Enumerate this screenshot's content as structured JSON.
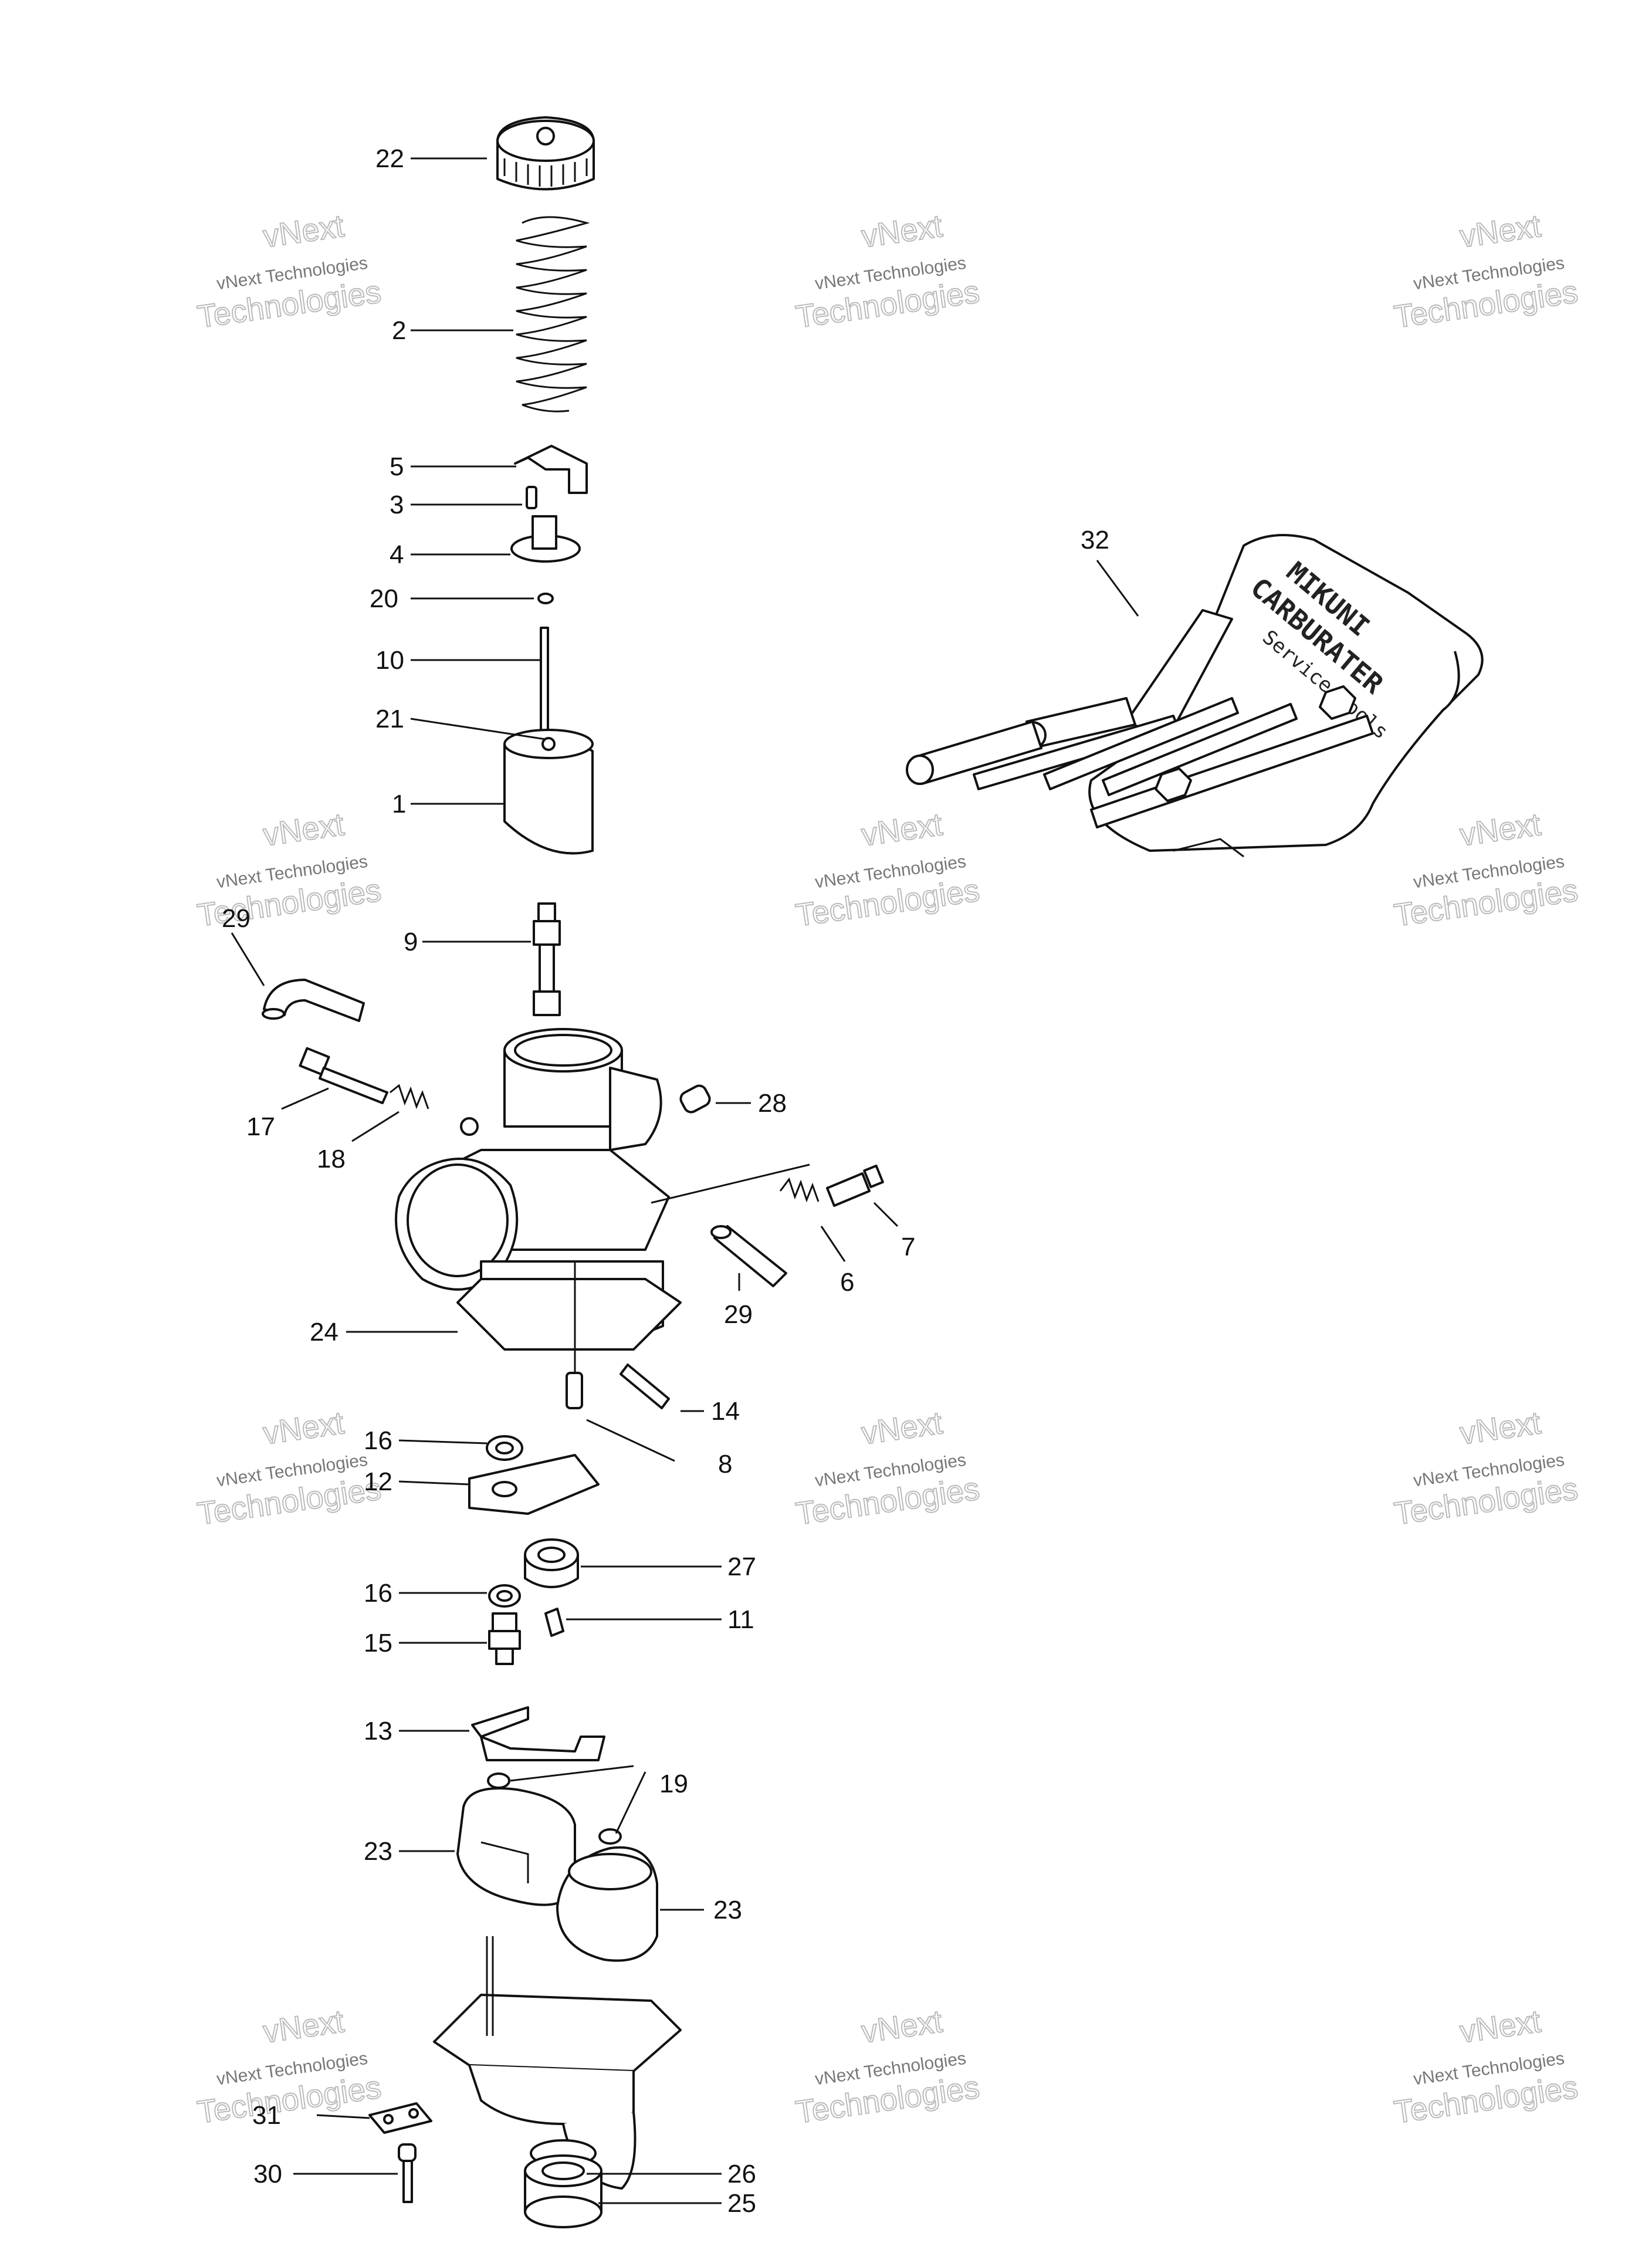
{
  "diagram": {
    "callouts": [
      {
        "id": "22",
        "label": "22"
      },
      {
        "id": "2",
        "label": "2"
      },
      {
        "id": "5",
        "label": "5"
      },
      {
        "id": "3",
        "label": "3"
      },
      {
        "id": "4",
        "label": "4"
      },
      {
        "id": "20",
        "label": "20"
      },
      {
        "id": "10",
        "label": "10"
      },
      {
        "id": "21",
        "label": "21"
      },
      {
        "id": "1",
        "label": "1"
      },
      {
        "id": "29a",
        "label": "29"
      },
      {
        "id": "9",
        "label": "9"
      },
      {
        "id": "17",
        "label": "17"
      },
      {
        "id": "18",
        "label": "18"
      },
      {
        "id": "28",
        "label": "28"
      },
      {
        "id": "6",
        "label": "6"
      },
      {
        "id": "7",
        "label": "7"
      },
      {
        "id": "29b",
        "label": "29"
      },
      {
        "id": "24",
        "label": "24"
      },
      {
        "id": "14",
        "label": "14"
      },
      {
        "id": "8",
        "label": "8"
      },
      {
        "id": "16a",
        "label": "16"
      },
      {
        "id": "12",
        "label": "12"
      },
      {
        "id": "27",
        "label": "27"
      },
      {
        "id": "16b",
        "label": "16"
      },
      {
        "id": "11",
        "label": "11"
      },
      {
        "id": "15",
        "label": "15"
      },
      {
        "id": "13",
        "label": "13"
      },
      {
        "id": "19",
        "label": "19"
      },
      {
        "id": "23a",
        "label": "23"
      },
      {
        "id": "23b",
        "label": "23"
      },
      {
        "id": "31",
        "label": "31"
      },
      {
        "id": "30",
        "label": "30"
      },
      {
        "id": "26",
        "label": "26"
      },
      {
        "id": "25",
        "label": "25"
      },
      {
        "id": "32",
        "label": "32"
      }
    ],
    "toolkit_text": {
      "line1": "MIKUNI",
      "line2": "CARBURATER",
      "line3": "Service Tools"
    },
    "watermark": {
      "line1": "vNext Technologies",
      "line2": "Technologies",
      "line3": "vNext"
    }
  }
}
